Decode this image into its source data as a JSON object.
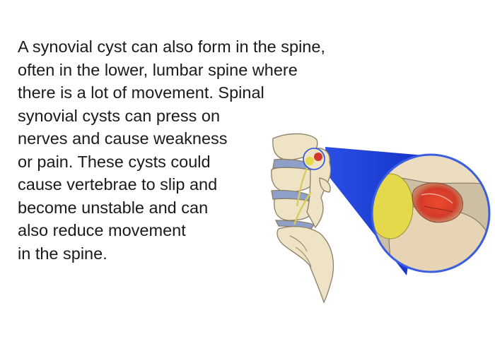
{
  "content": {
    "paragraph_lines": [
      "A synovial cyst can also form in the spine,",
      "often in the lower, lumbar spine where",
      "there is a lot of movement. Spinal",
      "synovial cysts can press on",
      "nerves and cause weakness",
      "or pain. These cysts could",
      "cause vertebrae to slip and",
      "become unstable and can",
      "also reduce movement",
      "in the spine."
    ]
  },
  "illustration": {
    "subject": "lumbar spine with magnified synovial cyst",
    "colors": {
      "bone": "#efe3c6",
      "bone_outline": "#8a7d66",
      "disc": "#8ea0c9",
      "nerve": "#e7e07a",
      "cyst_red": "#d23b2a",
      "magnifier_blue": "#1f3fdc",
      "magnifier_border": "#3b5ee0",
      "cartilage": "#e3d94a"
    }
  }
}
